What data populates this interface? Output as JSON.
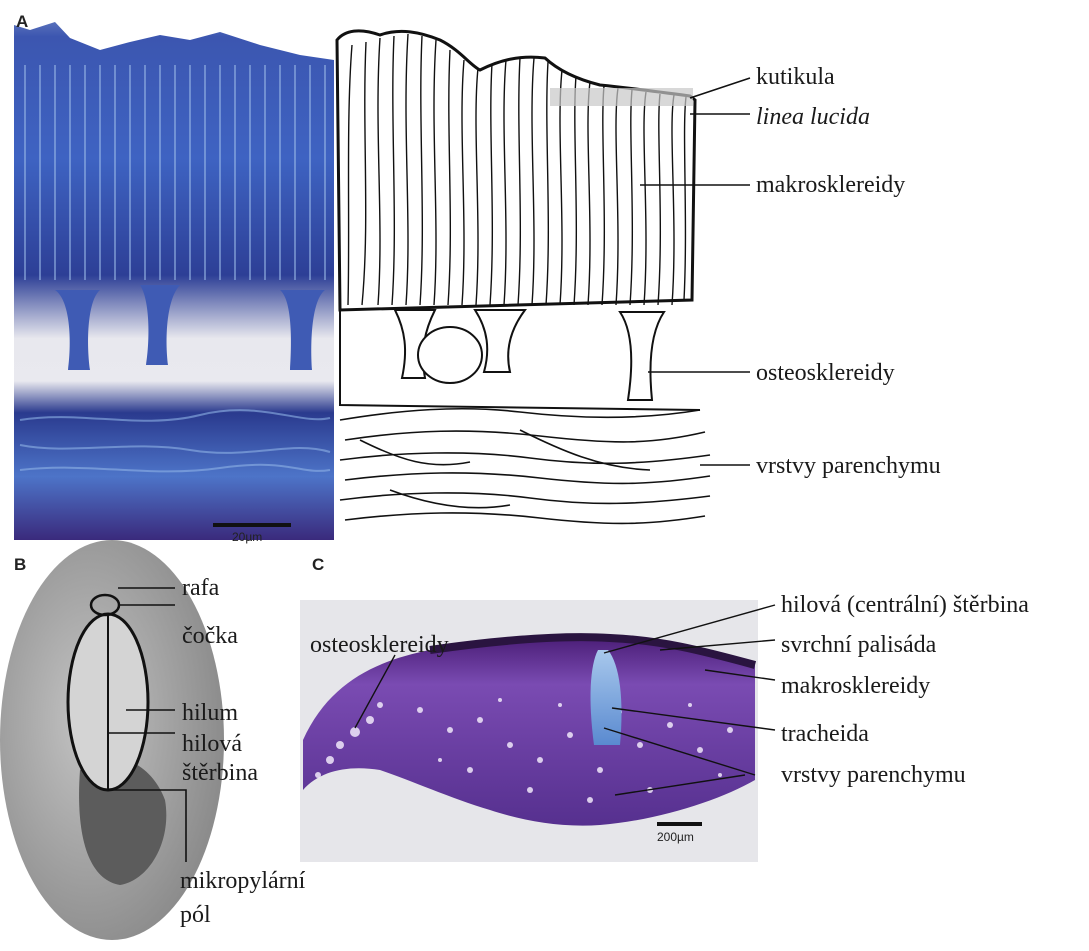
{
  "panels": {
    "a": {
      "letter": "A",
      "scale_bar": "20µm",
      "labels": {
        "kutikula": "kutikula",
        "linea_lucida": "linea lucida",
        "makrosklereidy": "makrosklereidy",
        "osteosklereidy": "osteosklereidy",
        "vrstvy_parenchymu": "vrstvy parenchymu"
      }
    },
    "b": {
      "letter": "B",
      "labels": {
        "rafa": "rafa",
        "cocka": "čočka",
        "hilum": "hilum",
        "hilova_sterbina_1": "hilová",
        "hilova_sterbina_2": "štěrbina",
        "mikropylarni_1": "mikropylární",
        "mikropylarni_2": "pól"
      }
    },
    "c": {
      "letter": "C",
      "scale_bar": "200µm",
      "labels": {
        "hilova_centralni": "hilová (centrální) štěrbina",
        "svrchni_palisada": "svrchní palisáda",
        "osteosklereidy": "osteosklereidy",
        "makrosklereidy": "makrosklereidy",
        "tracheida": "tracheida",
        "vrstvy_parenchymu": "vrstvy parenchymu"
      }
    }
  },
  "colors": {
    "stain_blue_dark": "#2a3f9a",
    "stain_blue_light": "#6b9ed8",
    "stain_purple": "#5a2a8c",
    "seed_gray": "#a8a8a8",
    "hilum_gray": "#d4d4d4",
    "micropyle_dark": "#5c5c5c"
  }
}
